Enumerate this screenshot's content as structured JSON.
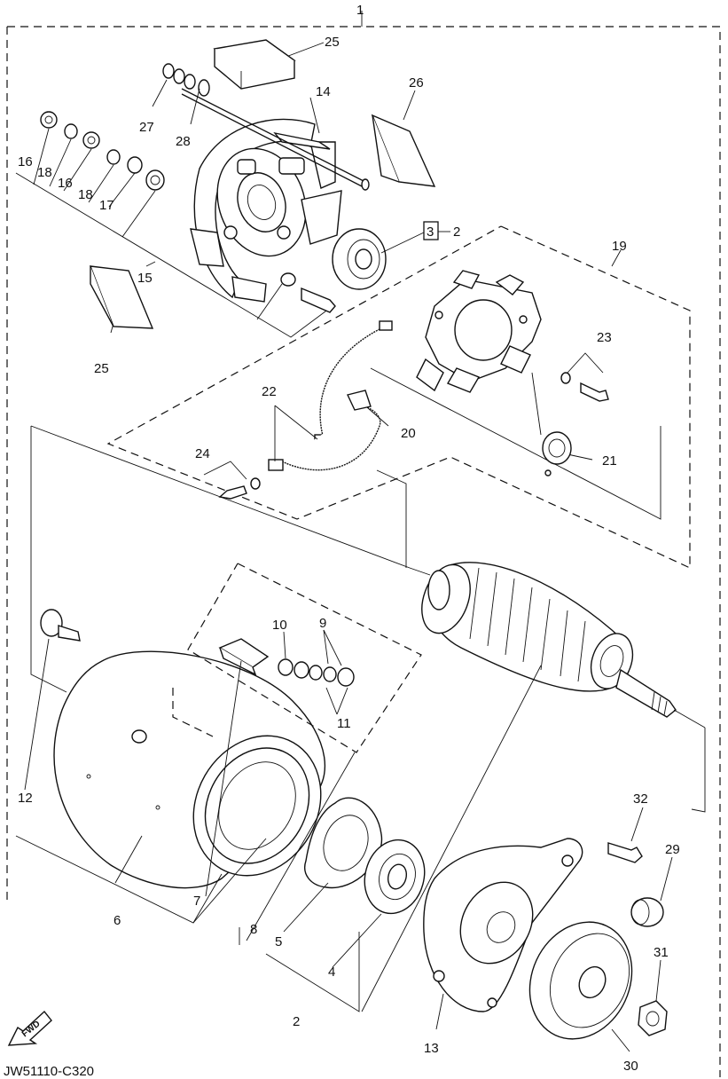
{
  "diagram": {
    "drawing_code": "JW51110-C320",
    "fwd_label": "FWD",
    "ref_box_number": "3",
    "ref_box_target": "2",
    "callouts": {
      "c1": "1",
      "c2": "2",
      "c4": "4",
      "c5": "5",
      "c6": "6",
      "c7": "7",
      "c8": "8",
      "c9": "9",
      "c10": "10",
      "c11": "11",
      "c12": "12",
      "c13": "13",
      "c14": "14",
      "c15": "15",
      "c16a": "16",
      "c16b": "16",
      "c17": "17",
      "c18a": "18",
      "c18b": "18",
      "c19": "19",
      "c20": "20",
      "c21": "21",
      "c22": "22",
      "c23": "23",
      "c24": "24",
      "c25a": "25",
      "c25b": "25",
      "c26": "26",
      "c27": "27",
      "c28": "28",
      "c29": "29",
      "c30": "30",
      "c31": "31",
      "c32": "32"
    }
  }
}
